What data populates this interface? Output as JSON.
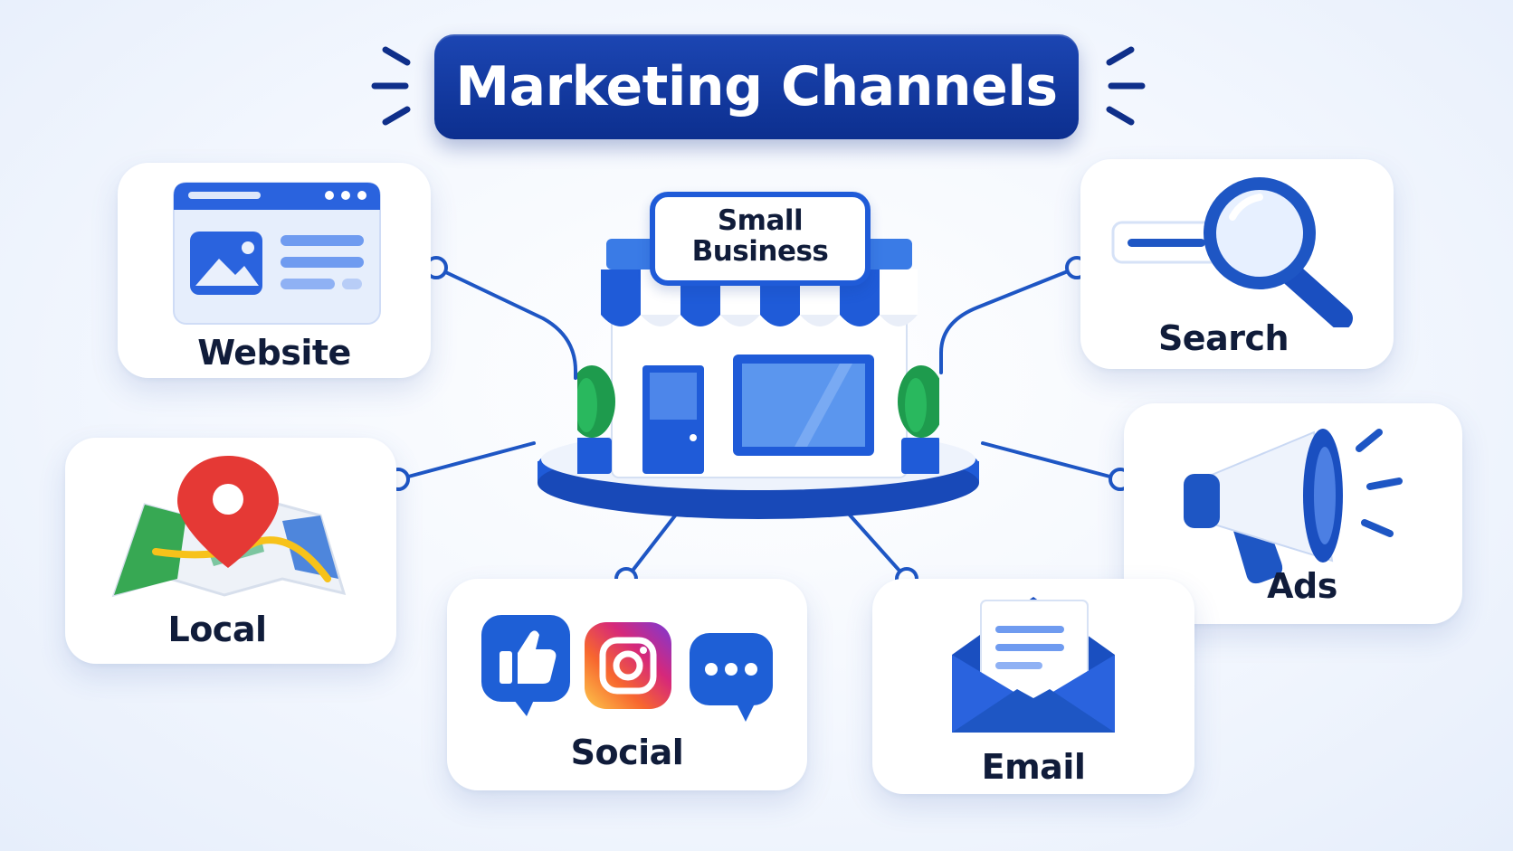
{
  "title": "Marketing Channels",
  "center": {
    "sign_line1": "Small",
    "sign_line2": "Business"
  },
  "channels": {
    "website": "Website",
    "search": "Search",
    "local": "Local",
    "ads": "Ads",
    "social": "Social",
    "email": "Email"
  },
  "colors": {
    "primary_blue": "#1f5bd8",
    "dark_navy": "#0c2f8f",
    "text_dark": "#101c3a",
    "connector": "#1e56c4"
  },
  "icons": {
    "website": "browser-window-icon",
    "search": "magnifier-icon",
    "local": "map-pin-icon",
    "ads": "megaphone-icon",
    "social_like": "thumbs-up-icon",
    "social_instagram": "instagram-icon",
    "social_chat": "chat-bubble-icon",
    "email": "envelope-icon"
  }
}
